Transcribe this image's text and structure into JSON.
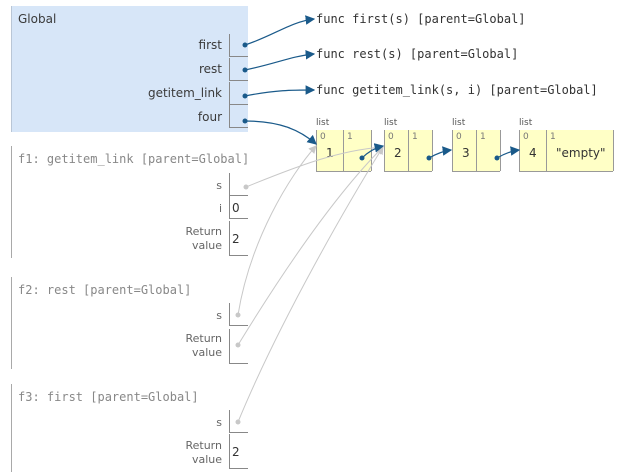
{
  "global": {
    "title": "Global",
    "vars": [
      {
        "name": "first"
      },
      {
        "name": "rest"
      },
      {
        "name": "getitem_link"
      },
      {
        "name": "four"
      }
    ]
  },
  "functions": [
    {
      "text": "func first(s) [parent=Global]"
    },
    {
      "text": "func rest(s) [parent=Global]"
    },
    {
      "text": "func getitem_link(s, i) [parent=Global]"
    }
  ],
  "frames": [
    {
      "title": "f1: getitem_link [parent=Global]",
      "s_label": "s",
      "i_label": "i",
      "i_value": "0",
      "return_label_1": "Return",
      "return_label_2": "value",
      "return_value": "2"
    },
    {
      "title": "f2: rest [parent=Global]",
      "s_label": "s",
      "return_label_1": "Return",
      "return_label_2": "value"
    },
    {
      "title": "f3: first [parent=Global]",
      "s_label": "s",
      "return_label_1": "Return",
      "return_label_2": "value",
      "return_value": "2"
    }
  ],
  "lists": [
    {
      "label": "list",
      "idx0": "0",
      "idx1": "1",
      "value": "1"
    },
    {
      "label": "list",
      "idx0": "0",
      "idx1": "1",
      "value": "2"
    },
    {
      "label": "list",
      "idx0": "0",
      "idx1": "1",
      "value": "3"
    },
    {
      "label": "list",
      "idx0": "0",
      "idx1": "1",
      "value": "4",
      "rest": "\"empty\""
    }
  ],
  "colors": {
    "arrow_active": "#1a5a8a",
    "arrow_inactive": "#c8c8c8",
    "global_frame_bg": "#d7e6f8",
    "list_bg": "#ffffc6"
  }
}
